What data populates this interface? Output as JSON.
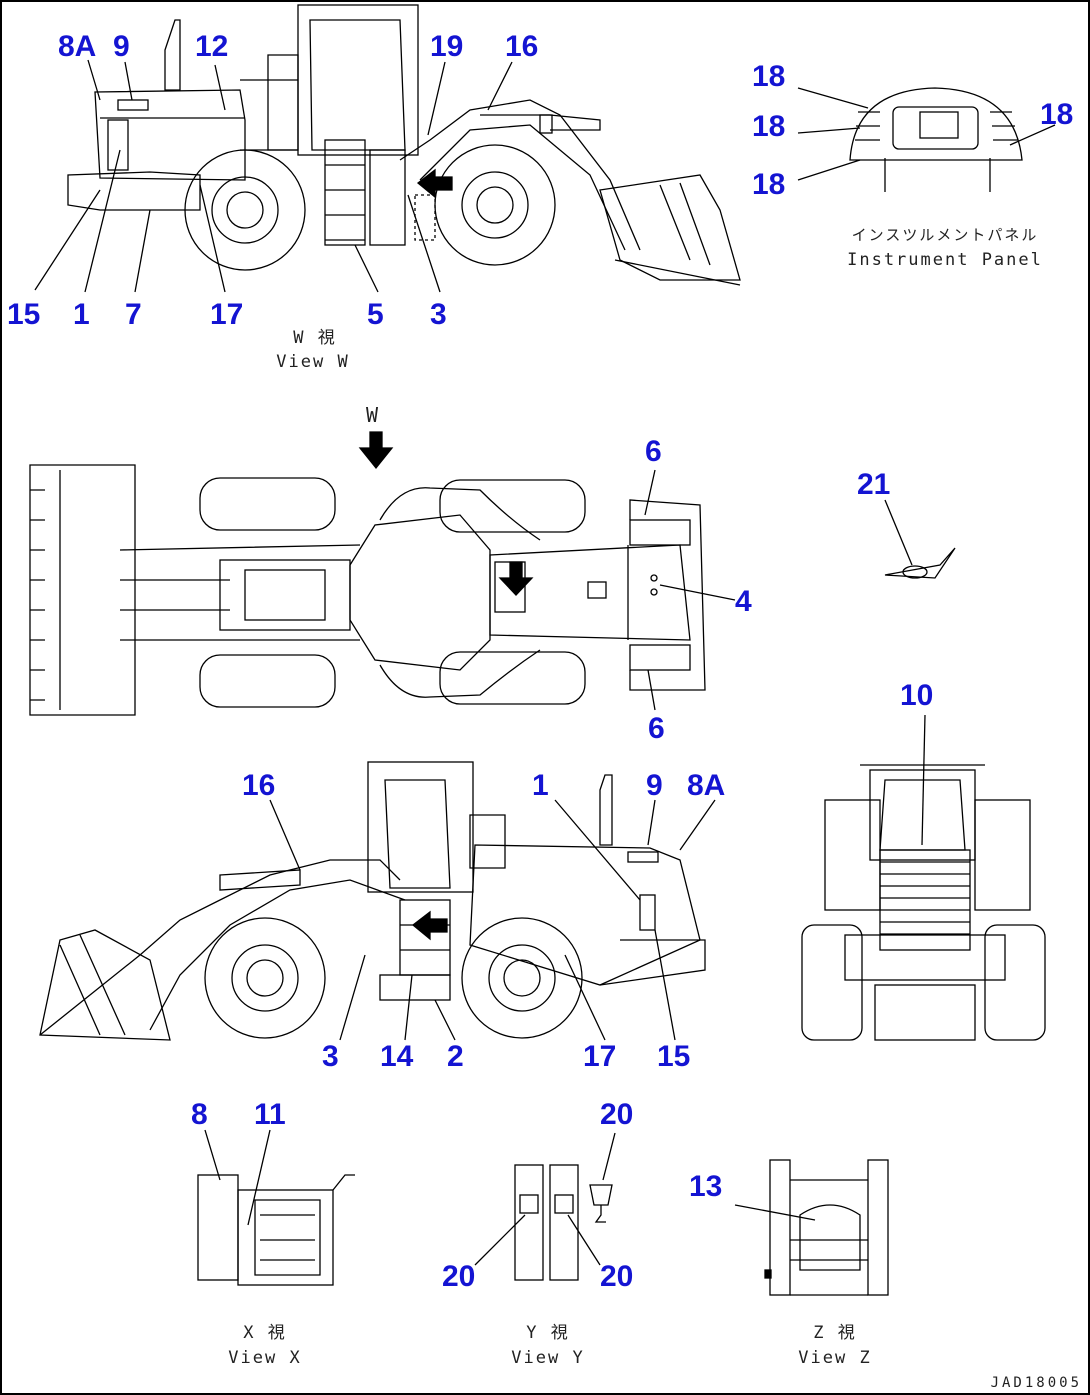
{
  "views": {
    "w": {
      "caption_jp": "W 視",
      "caption_en": "View W",
      "arrow_label": "W"
    },
    "x": {
      "caption_jp": "X 視",
      "caption_en": "View X"
    },
    "y": {
      "caption_jp": "Y 視",
      "caption_en": "View Y"
    },
    "z": {
      "caption_jp": "Z 視",
      "caption_en": "View Z"
    },
    "panel": {
      "caption_jp": "インスツルメントパネル",
      "caption_en": "Instrument Panel"
    }
  },
  "callouts": {
    "top": [
      "8A",
      "9",
      "12",
      "19",
      "16",
      "15",
      "1",
      "7",
      "17",
      "5",
      "3"
    ],
    "panel": [
      "18",
      "18",
      "18",
      "18"
    ],
    "plan": [
      "6",
      "4",
      "6"
    ],
    "label21": "21",
    "rear": "10",
    "bottom": [
      "16",
      "1",
      "9",
      "8A",
      "3",
      "14",
      "2",
      "17",
      "15"
    ],
    "viewx": [
      "8",
      "11"
    ],
    "viewy": [
      "20",
      "20",
      "20"
    ],
    "viewz": "13"
  },
  "drawing_code": "JAD18005",
  "colors": {
    "callout": "#1414d2",
    "line": "#000000"
  }
}
